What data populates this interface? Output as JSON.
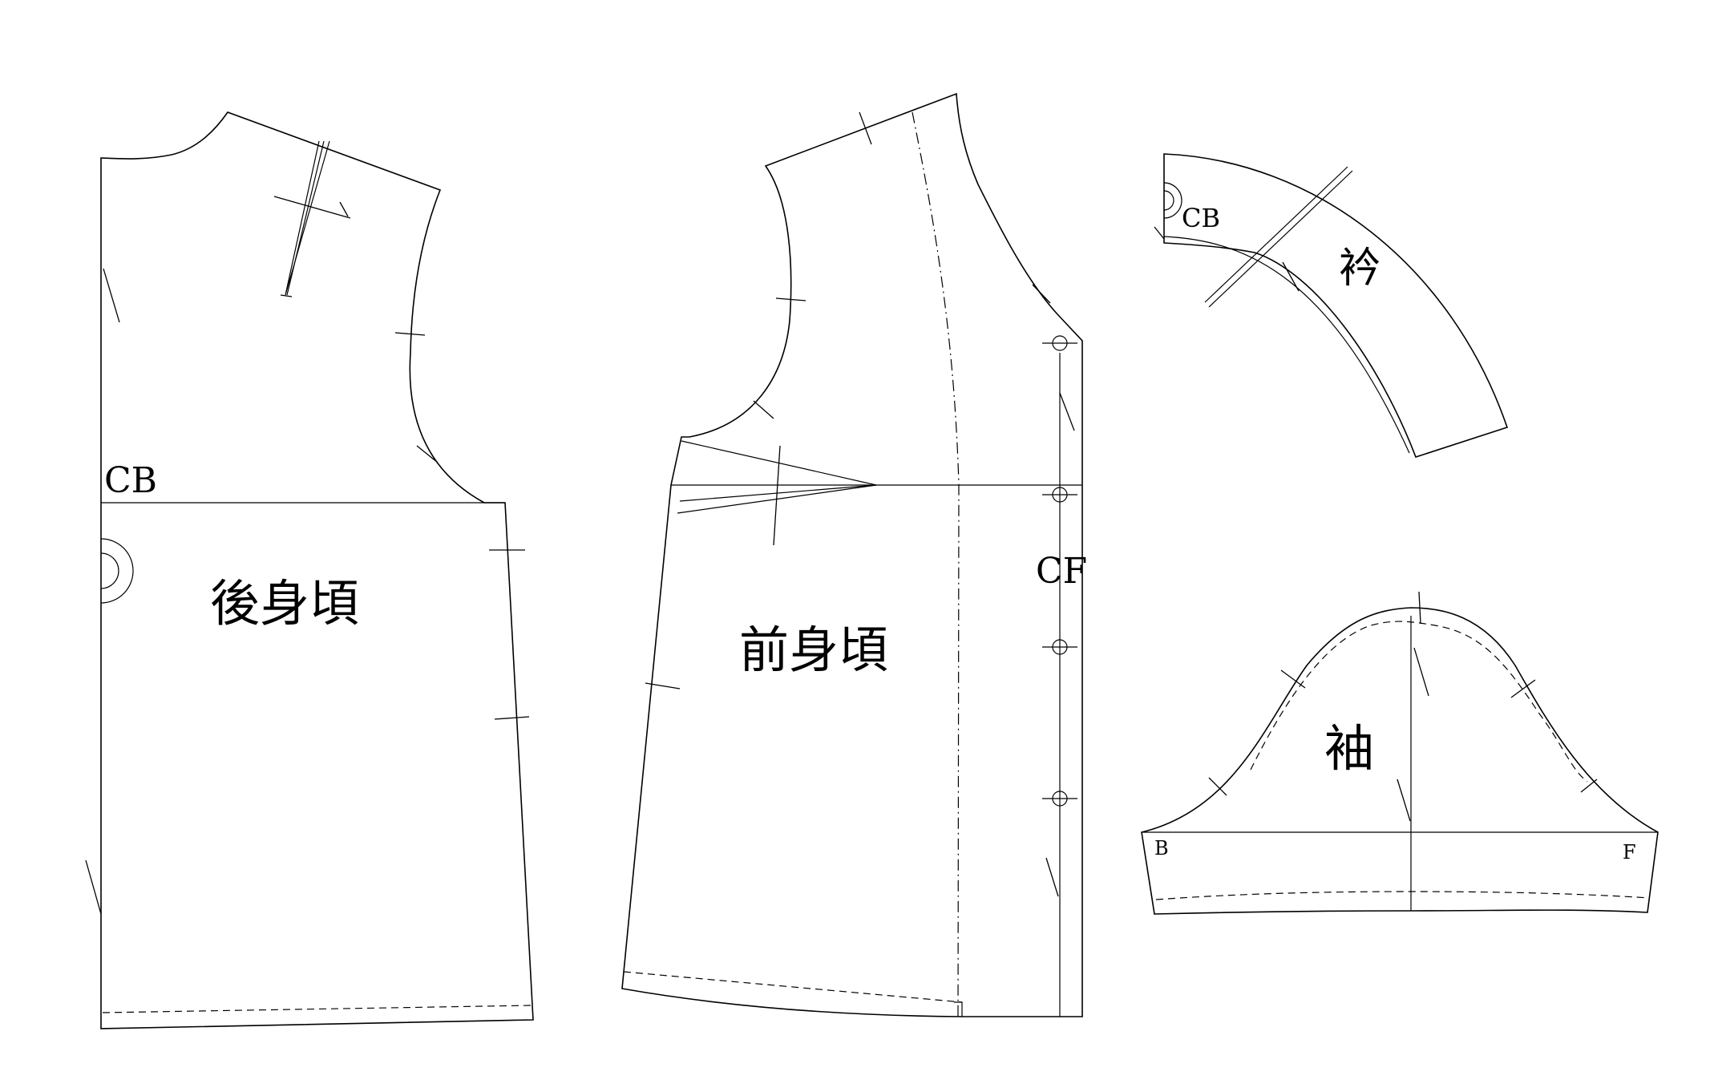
{
  "pieces": {
    "back": {
      "name": "後身頃",
      "cb_label": "CB"
    },
    "front": {
      "name": "前身頃",
      "cf_label": "CF"
    },
    "collar": {
      "name": "衿",
      "cb_label": "CB"
    },
    "sleeve": {
      "name": "袖",
      "back_label": "B",
      "front_label": "F"
    }
  }
}
